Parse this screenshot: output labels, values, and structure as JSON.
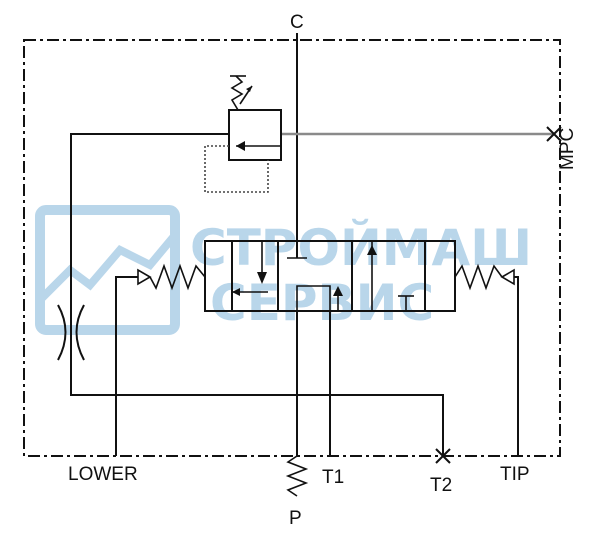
{
  "watermark": {
    "line1": "СТРОЙМАШ",
    "line2": "СЕРВИС",
    "color": "#b9d6ea"
  },
  "ports": {
    "c": "C",
    "mpc": "MPC",
    "lower": "LOWER",
    "p": "P",
    "t1": "T1",
    "t2": "T2",
    "tip": "TIP"
  }
}
